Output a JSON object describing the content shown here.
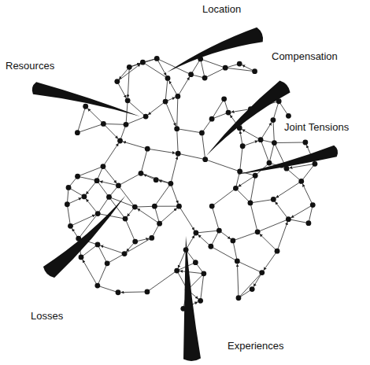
{
  "diagram": {
    "labels": [
      "Location",
      "Resources",
      "Compensation",
      "Joint Tensions",
      "Losses",
      "Experiences"
    ]
  }
}
